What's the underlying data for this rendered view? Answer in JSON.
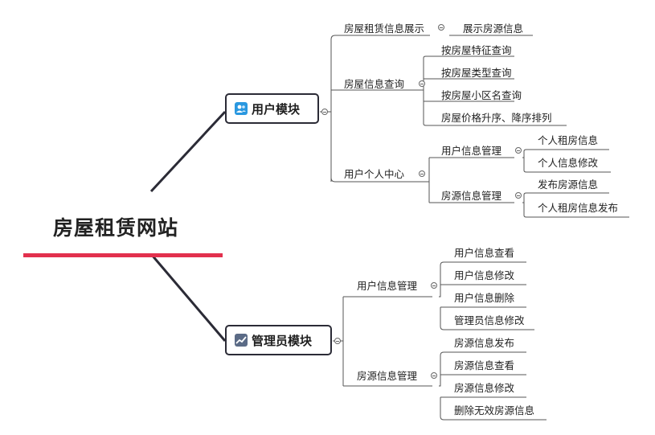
{
  "root": {
    "title": "房屋租赁网站"
  },
  "modules": [
    {
      "label": "用户模块",
      "icon": "user-icon",
      "children": [
        {
          "label": "房屋租赁信息展示",
          "children": [
            {
              "label": "展示房源信息"
            }
          ]
        },
        {
          "label": "房屋信息查询",
          "children": [
            {
              "label": "按房屋特征查询"
            },
            {
              "label": "按房屋类型查询"
            },
            {
              "label": "按房屋小区名查询"
            },
            {
              "label": "房屋价格升序、降序排列"
            }
          ]
        },
        {
          "label": "用户个人中心",
          "children": [
            {
              "label": "用户信息管理",
              "children": [
                {
                  "label": "个人租房信息"
                },
                {
                  "label": "个人信息修改"
                }
              ]
            },
            {
              "label": "房源信息管理",
              "children": [
                {
                  "label": "发布房源信息"
                },
                {
                  "label": "个人租房信息发布"
                }
              ]
            }
          ]
        }
      ]
    },
    {
      "label": "管理员模块",
      "icon": "chart-icon",
      "children": [
        {
          "label": "用户信息管理",
          "children": [
            {
              "label": "用户信息查看"
            },
            {
              "label": "用户信息修改"
            },
            {
              "label": "用户信息删除"
            },
            {
              "label": "管理员信息修改"
            }
          ]
        },
        {
          "label": "房源信息管理",
          "children": [
            {
              "label": "房源信息发布"
            },
            {
              "label": "房源信息查看"
            },
            {
              "label": "房源信息修改"
            },
            {
              "label": "删除无效房源信息"
            }
          ]
        }
      ]
    }
  ],
  "colors": {
    "accent": "#e2304d",
    "line": "#2b2b36",
    "branch": "#555555"
  }
}
